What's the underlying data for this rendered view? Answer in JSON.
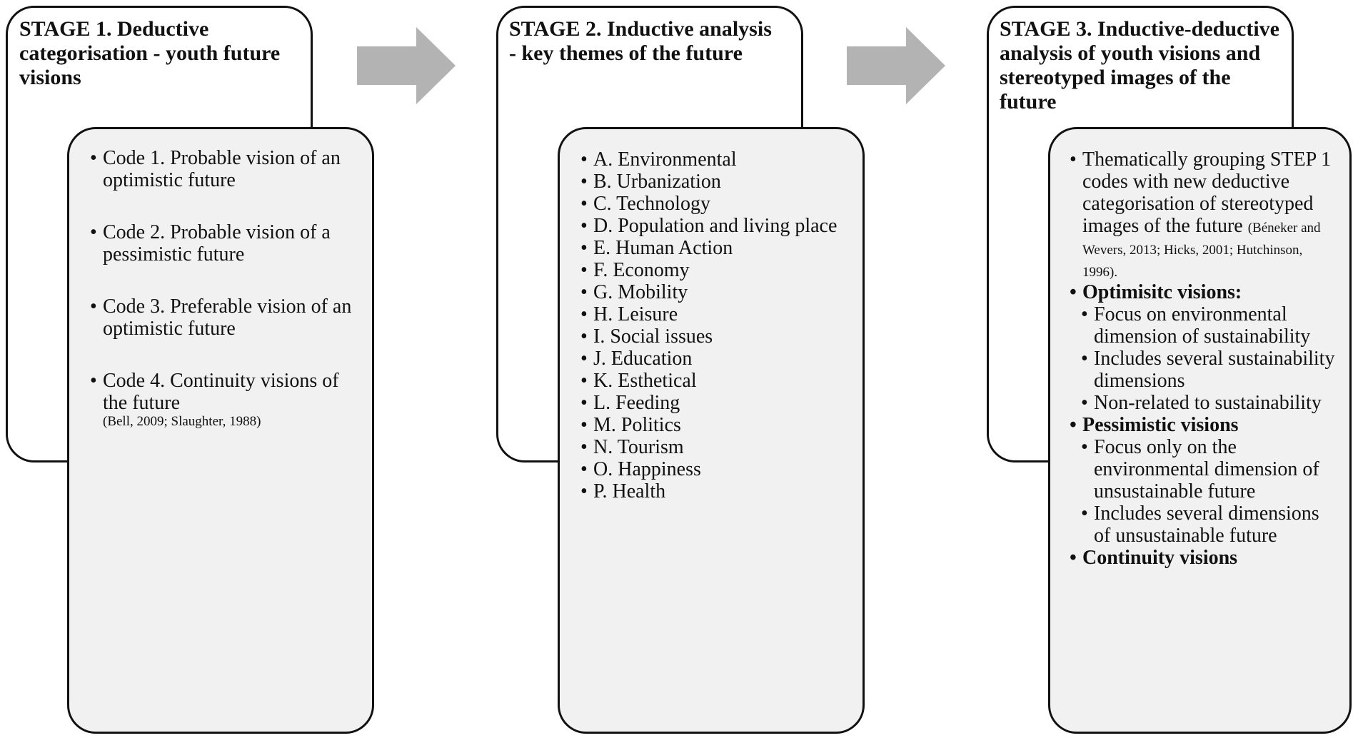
{
  "stages": [
    {
      "title": "STAGE 1. Deductive categorisation - youth future visions",
      "items": [
        "Code 1. Probable vision of an optimistic future",
        "Code 2. Probable vision of a pessimistic future",
        "Code 3. Preferable vision of an optimistic future",
        "Code 4. Continuity visions of the future"
      ],
      "citation": "(Bell, 2009; Slaughter, 1988)"
    },
    {
      "title": "STAGE 2. Inductive analysis - key themes of the future",
      "items": [
        "A. Environmental",
        "B. Urbanization",
        "C. Technology",
        "D. Population and living place",
        "E. Human Action",
        "F. Economy",
        "G. Mobility",
        "H. Leisure",
        "I. Social issues",
        "J. Education",
        "K. Esthetical",
        "L. Feeding",
        "M. Politics",
        "N. Tourism",
        "O. Happiness",
        "P. Health"
      ]
    },
    {
      "title": "STAGE 3. Inductive-deductive analysis of youth visions and stereotyped images of the future",
      "intro": "Thematically grouping STEP 1 codes with new deductive categorisation of stereotyped images of the future",
      "intro_citation": "(Béneker and Wevers, 2013; Hicks, 2001; Hutchinson, 1996).",
      "groups": [
        {
          "heading": "Optimisitc visions:",
          "items": [
            "Focus on environmental dimension of sustainability",
            "Includes several sustainability dimensions",
            "Non-related to sustainability"
          ]
        },
        {
          "heading": "Pessimistic visions",
          "items": [
            "Focus only on the environmental dimension of unsustainable future",
            "Includes several dimensions of unsustainable future"
          ]
        },
        {
          "heading": "Continuity visions",
          "items": []
        }
      ]
    }
  ],
  "colors": {
    "arrow": "#b3b3b3",
    "inner_box": "#f1f1f1",
    "outline": "#111111"
  }
}
